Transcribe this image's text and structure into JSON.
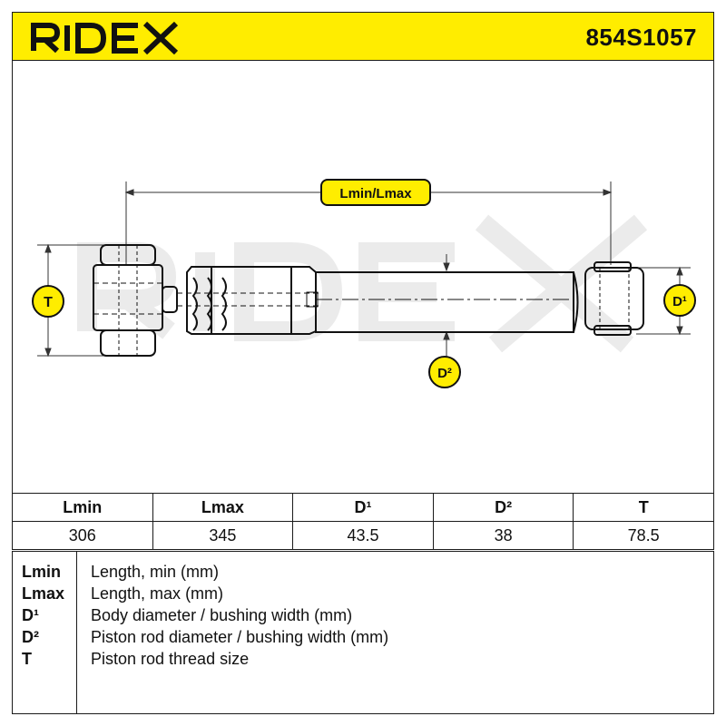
{
  "header": {
    "brand": "RIDEX",
    "part_number": "854S1057"
  },
  "diagram": {
    "length_label": "Lmin/Lmax",
    "t_label": "T",
    "d1_label": "D¹",
    "d2_label": "D²",
    "watermark": "RIDEX"
  },
  "table": {
    "headers": [
      "Lmin",
      "Lmax",
      "D¹",
      "D²",
      "T"
    ],
    "values": [
      "306",
      "345",
      "43.5",
      "38",
      "78.5"
    ]
  },
  "legend": [
    {
      "key": "Lmin",
      "desc": "Length, min (mm)"
    },
    {
      "key": "Lmax",
      "desc": "Length, max (mm)"
    },
    {
      "key": "D¹",
      "desc": "Body diameter / bushing width (mm)"
    },
    {
      "key": "D²",
      "desc": "Piston rod diameter / bushing width (mm)"
    },
    {
      "key": "T",
      "desc": "Piston rod thread size"
    }
  ],
  "colors": {
    "accent": "#ffed00",
    "line": "#1a1a1a",
    "watermark": "#e6e6e6"
  }
}
